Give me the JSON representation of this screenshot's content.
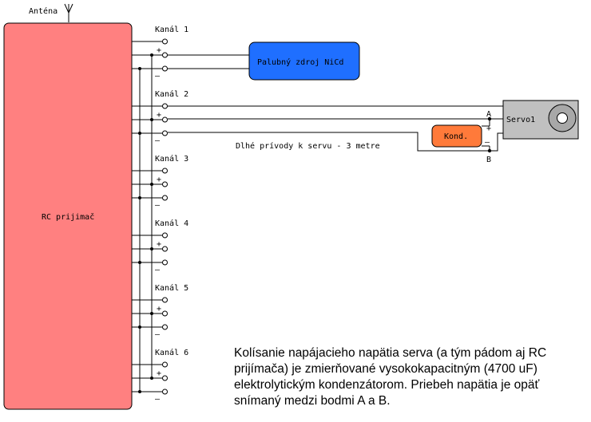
{
  "antenna_label": "Anténa",
  "receiver_label": "RC prijimač",
  "battery_label": "Palubný zdroj NiCd",
  "servo_label": "Servo1",
  "capacitor_label": "Kond.",
  "wire_note": "Dlhé prívody k servu - 3 metre",
  "point_a": "A",
  "point_b": "B",
  "plus_sign": "+",
  "minus_sign": "—",
  "channels": [
    "Kanál 1",
    "Kanál 2",
    "Kanál 3",
    "Kanál 4",
    "Kanál 5",
    "Kanál 6"
  ],
  "caption": "Kolísanie napájacieho napätia serva (a tým pádom aj RC\nprijímača) je zmierňované vysokokapacitným (4700 uF)\nelektrolytickým kondenzátorom. Priebeh napätia je opäť\nsnímaný medzi bodmi A a B.",
  "colors": {
    "receiver_fill": "#ff8080",
    "battery_fill": "#1f6fff",
    "capacitor_fill": "#ff7a3a",
    "servo_fill": "#c0c0c0"
  }
}
